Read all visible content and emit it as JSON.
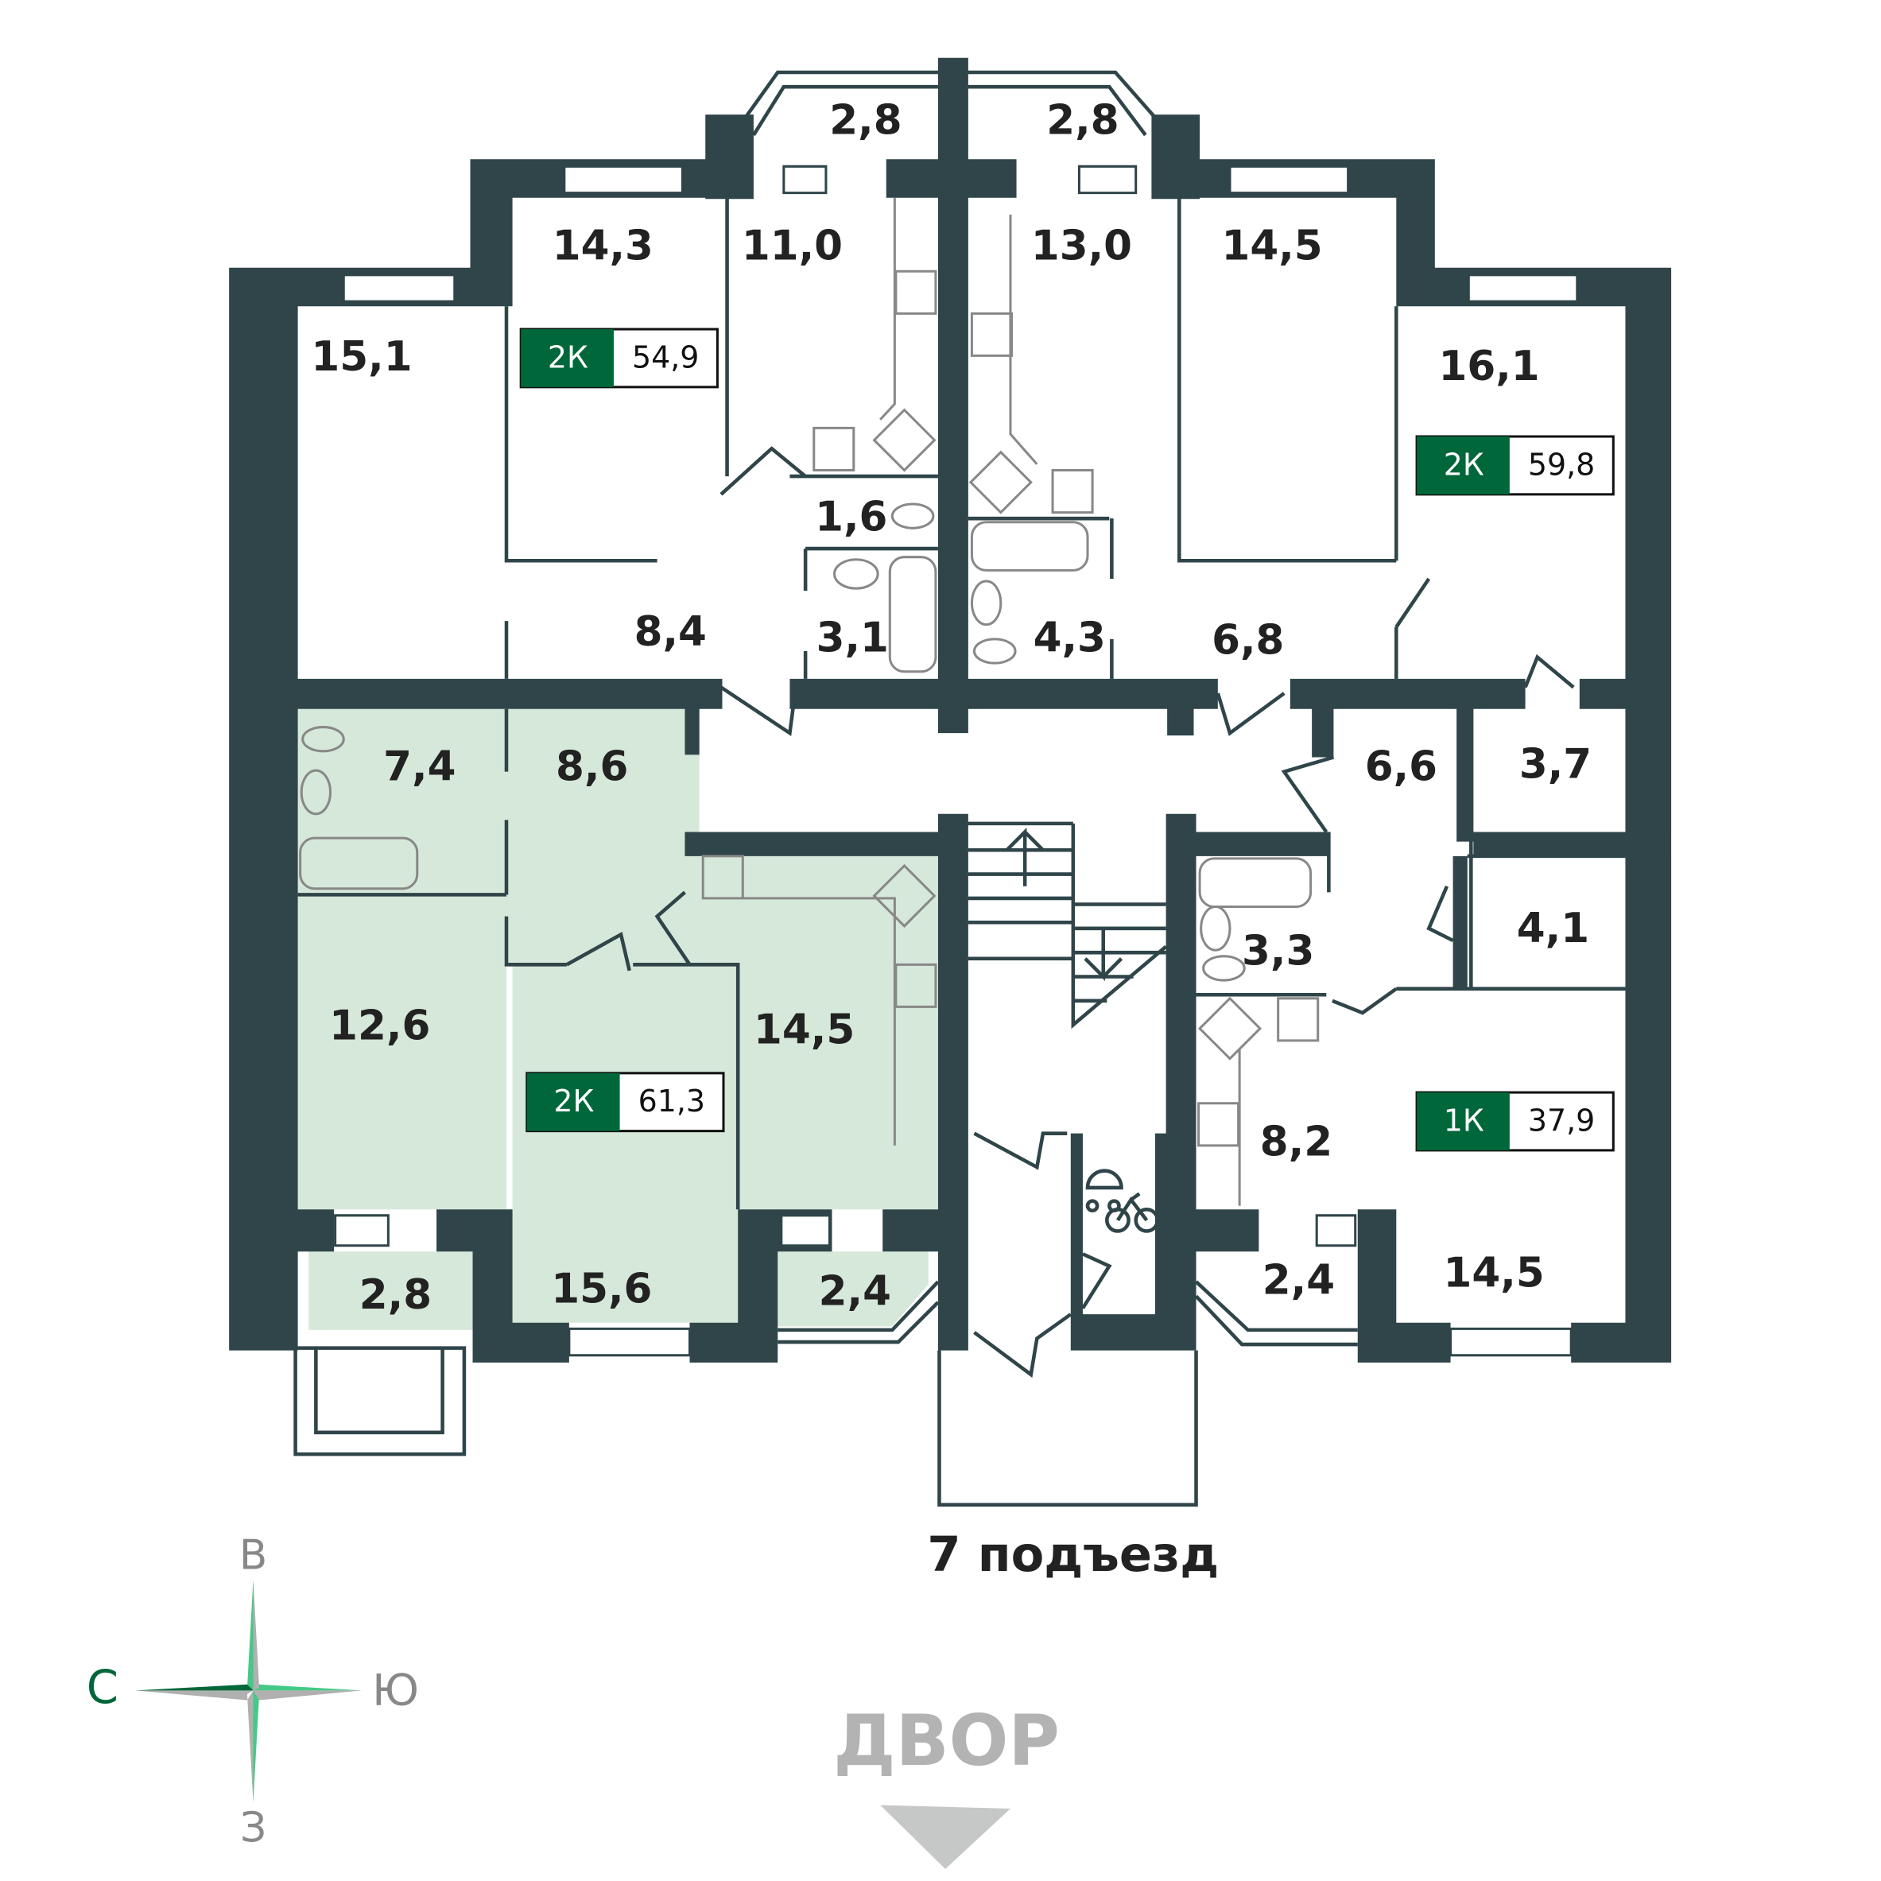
{
  "entrance_label": "7 подъезд",
  "courtyard_label": "ДВОР",
  "compass": {
    "north": "С",
    "east": "В",
    "south": "Ю",
    "west": "З"
  },
  "colors": {
    "wall": "#2f4549",
    "highlight": "#d6e8da",
    "badge": "#00673a",
    "compass_light": "#45c987"
  },
  "apartments": [
    {
      "type": "2К",
      "area": "54,9"
    },
    {
      "type": "2К",
      "area": "59,8"
    },
    {
      "type": "2К",
      "area": "61,3",
      "highlighted": true
    },
    {
      "type": "1К",
      "area": "37,9"
    }
  ],
  "rooms": [
    "2,8",
    "2,8",
    "14,3",
    "11,0",
    "13,0",
    "14,5",
    "15,1",
    "16,1",
    "1,6",
    "8,4",
    "3,1",
    "4,3",
    "6,8",
    "7,4",
    "8,6",
    "6,6",
    "3,7",
    "3,3",
    "4,1",
    "12,6",
    "14,5",
    "8,2",
    "2,8",
    "15,6",
    "2,4",
    "2,4",
    "14,5"
  ]
}
